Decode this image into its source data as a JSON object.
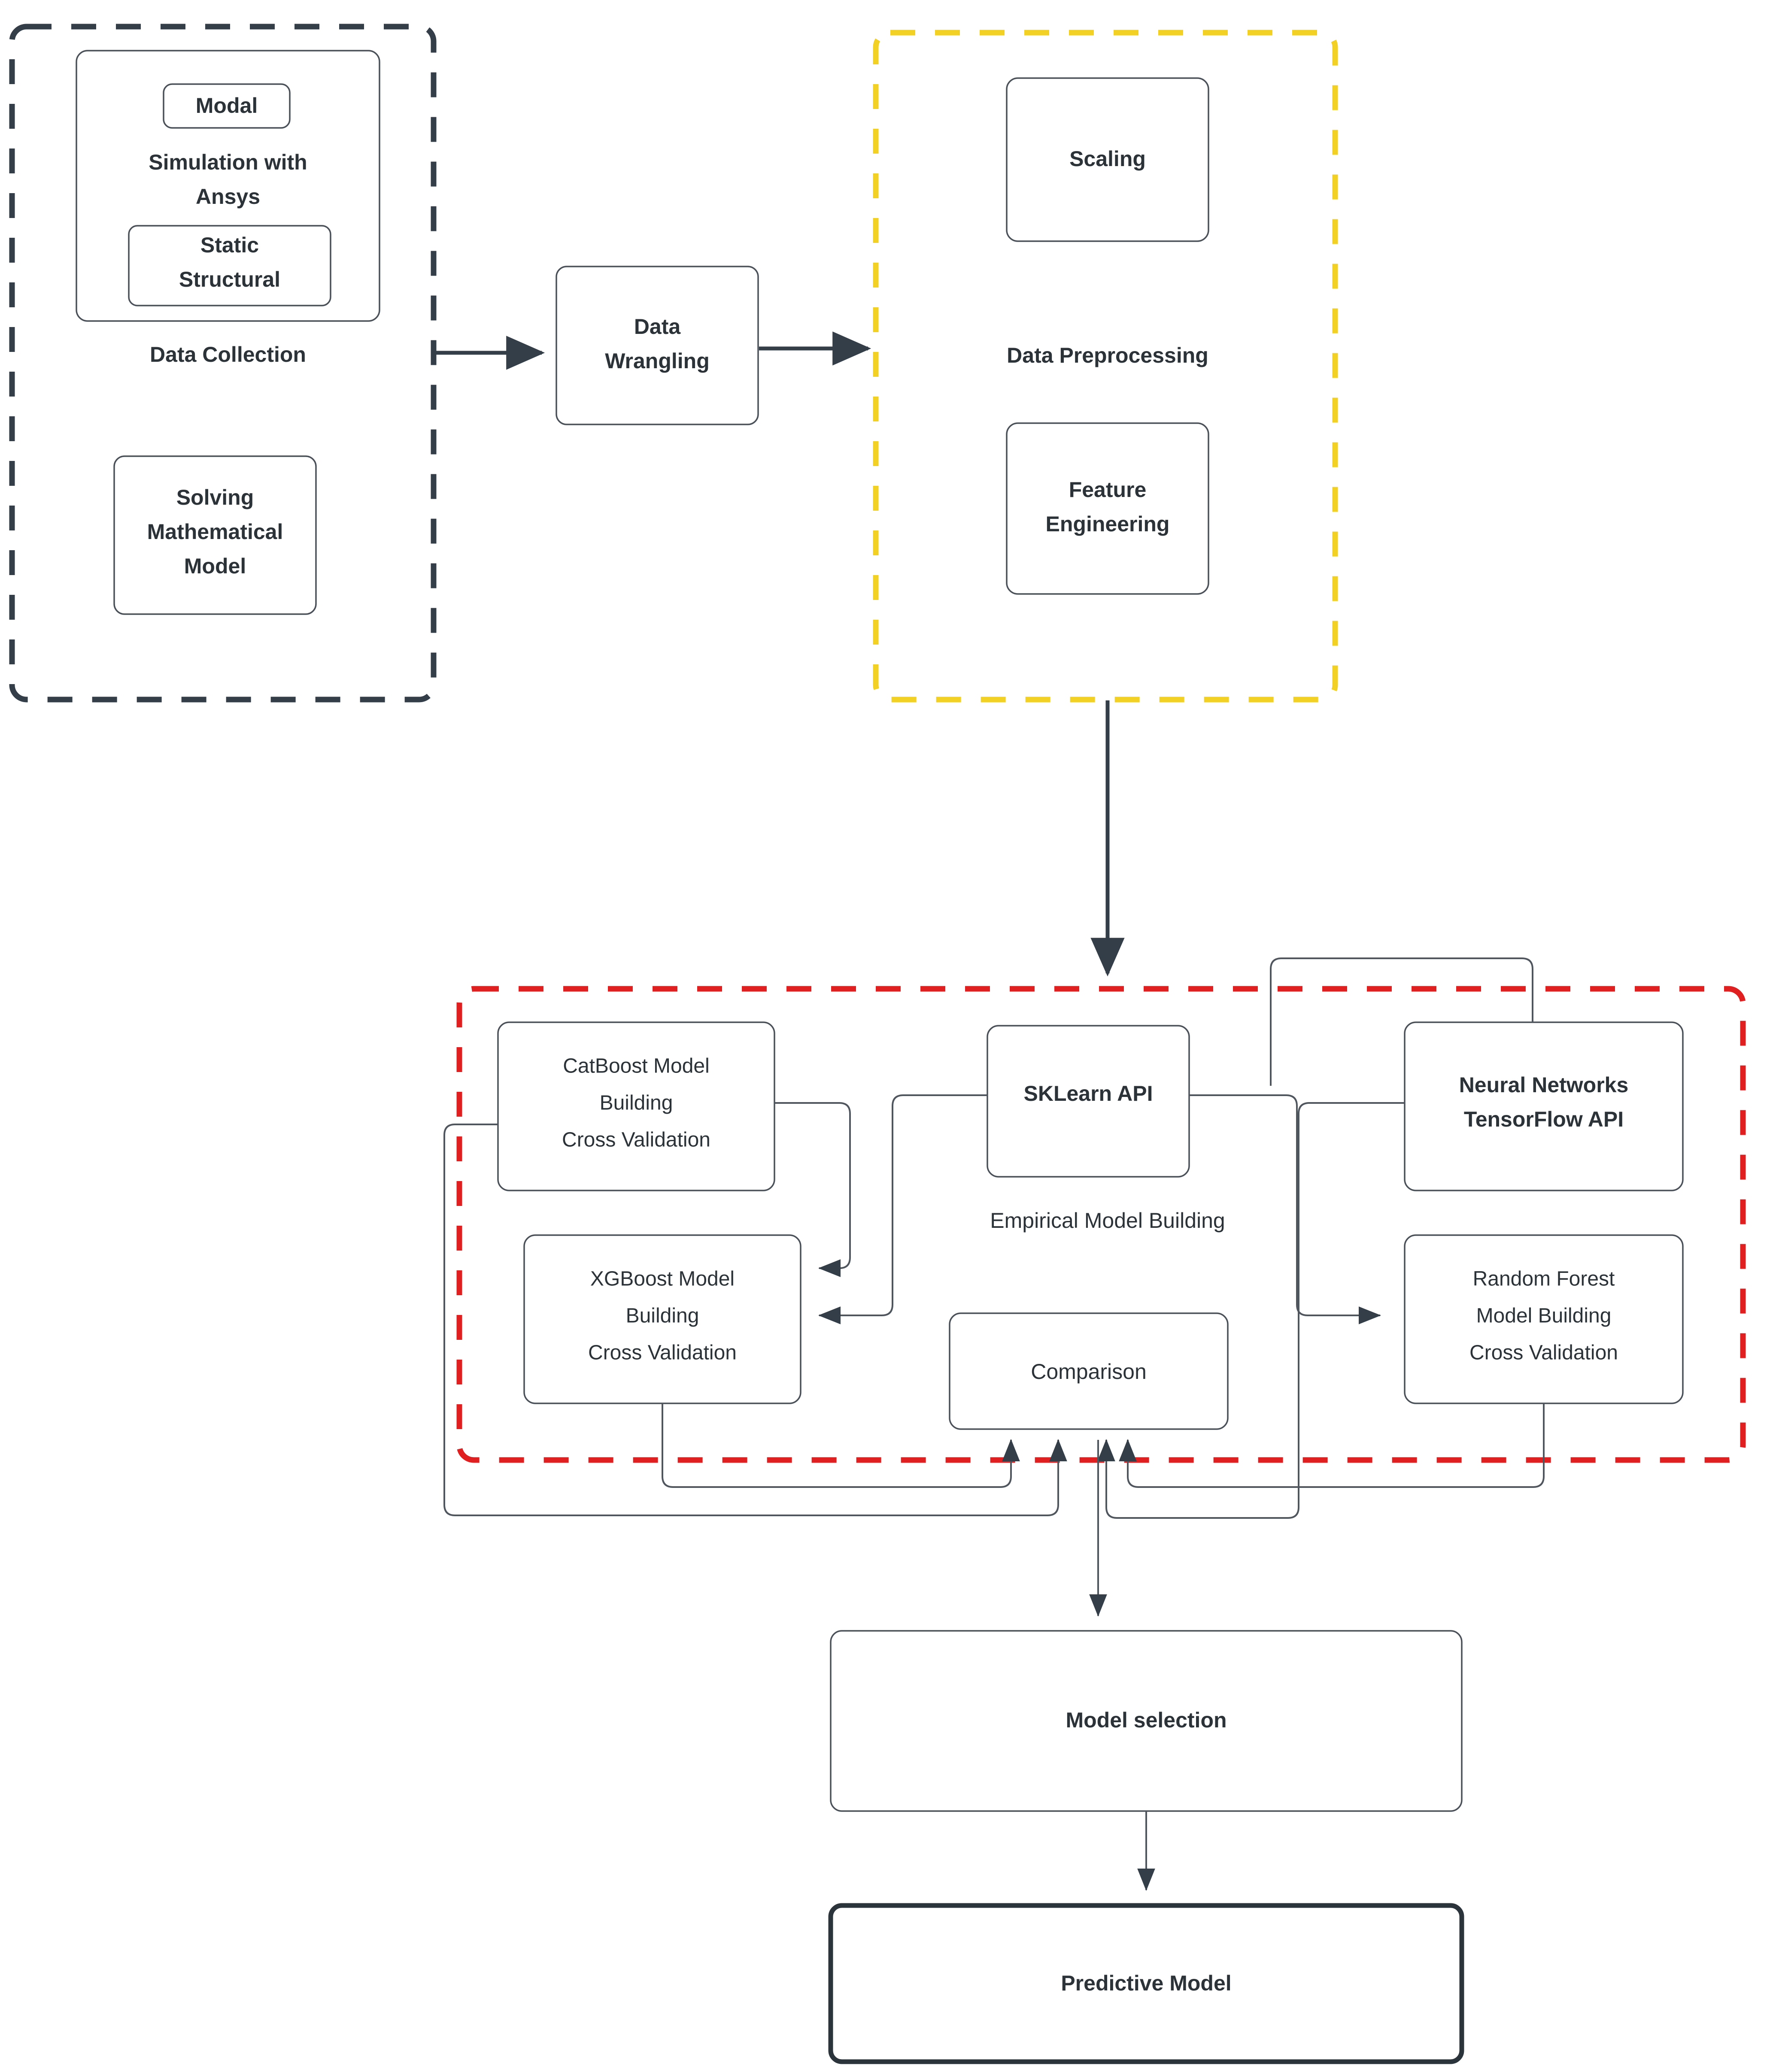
{
  "diagram": {
    "title": "Machine Learning Workflow Flowchart",
    "background": "#ffffff",
    "colors": {
      "group_data_collection": "#333E48",
      "group_data_preprocessing": "#F2D024",
      "group_empirical_model_building": "#E02020",
      "node_stroke": "#3A4249",
      "text": "#2C3338",
      "connector": "#4F565D"
    }
  },
  "groups": {
    "data_collection": {
      "label": "Data Collection",
      "style": "dashed",
      "color": "#333E48"
    },
    "data_preprocessing": {
      "label": "Data Preprocessing",
      "style": "dashed",
      "color": "#F2D024"
    },
    "empirical_model_building": {
      "label": "Empirical Model Building",
      "style": "dashed",
      "color": "#E02020"
    }
  },
  "nodes": {
    "simulation_ansys": "Simulation with Ansys",
    "modal": "Modal",
    "static_structural": "Static Structural",
    "solving_math_model": "Solving Mathematical Model",
    "data_wrangling": "Data Wrangling",
    "scaling": "Scaling",
    "feature_engineering": "Feature Engineering",
    "catboost": "CatBoost Model Building Cross Validation",
    "xgboost": "XGBoost Model Building Cross Validation",
    "sklearn_api": "SKLearn API",
    "neural_networks": "Neural Networks TensorFlow API",
    "random_forest": "Random Forest Model Building Cross Validation",
    "comparison": "Comparison",
    "model_selection": "Model selection",
    "predictive_model": "Predictive Model"
  },
  "node_lines": {
    "simulation_ansys": [
      "Simulation with",
      "Ansys"
    ],
    "modal": [
      "Modal"
    ],
    "static_structural": [
      "Static",
      "Structural"
    ],
    "solving_math_model": [
      "Solving",
      "Mathematical",
      "Model"
    ],
    "data_wrangling": [
      "Data",
      "Wrangling"
    ],
    "scaling": [
      "Scaling"
    ],
    "feature_engineering": [
      "Feature",
      "Engineering"
    ],
    "catboost": [
      "CatBoost Model",
      "Building",
      "Cross Validation"
    ],
    "xgboost": [
      "XGBoost Model",
      "Building",
      "Cross Validation"
    ],
    "sklearn_api": [
      "SKLearn API"
    ],
    "neural_networks": [
      "Neural Networks",
      "TensorFlow API"
    ],
    "random_forest": [
      "Random Forest",
      "Model Building",
      "Cross Validation"
    ],
    "comparison": [
      "Comparison"
    ],
    "model_selection": [
      "Model selection"
    ],
    "predictive_model": [
      "Predictive Model"
    ],
    "data_collection_label": [
      "Data Collection"
    ],
    "data_preprocessing_label": [
      "Data Preprocessing"
    ],
    "empirical_label": [
      "Empirical Model Building"
    ]
  },
  "edges": [
    {
      "from": "data_collection",
      "to": "data_wrangling"
    },
    {
      "from": "data_wrangling",
      "to": "data_preprocessing"
    },
    {
      "from": "data_preprocessing",
      "to": "empirical_model_building"
    },
    {
      "from": "catboost",
      "to": "xgboost"
    },
    {
      "from": "sklearn_api",
      "to": "xgboost"
    },
    {
      "from": "sklearn_api",
      "to": "random_forest"
    },
    {
      "from": "sklearn_api",
      "to": "neural_networks"
    },
    {
      "from": "catboost",
      "to": "comparison"
    },
    {
      "from": "xgboost",
      "to": "comparison"
    },
    {
      "from": "random_forest",
      "to": "comparison"
    },
    {
      "from": "neural_networks",
      "to": "comparison"
    },
    {
      "from": "comparison",
      "to": "model_selection"
    },
    {
      "from": "model_selection",
      "to": "predictive_model"
    }
  ]
}
